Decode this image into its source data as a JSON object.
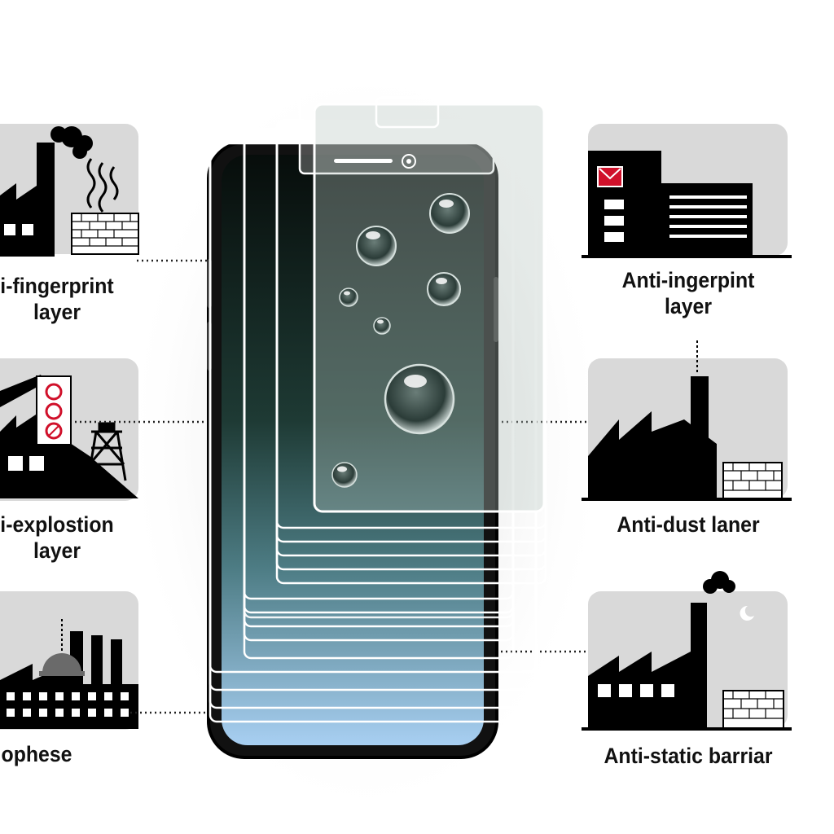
{
  "labels": {
    "left_top": {
      "line1": "i-fingerprint",
      "line2": "layer"
    },
    "left_mid": {
      "line1": "i-explostion",
      "line2": "layer"
    },
    "left_bottom": {
      "line1": "ophese"
    },
    "right_top": {
      "line1": "Anti-ingerpint",
      "line2": "layer"
    },
    "right_mid": {
      "line1": "Anti-dust laner"
    },
    "right_bottom": {
      "line1": "Anti-static barriar"
    }
  },
  "colors": {
    "panel_gray": "#d9d9d9",
    "silhouette": "#000000",
    "screen_top": "#0b1512",
    "screen_bottom": "#a8cff2",
    "accent_red": "#d0102a"
  },
  "icons": [
    "factory-icon",
    "smoke-icon",
    "heat-wave-icon",
    "envelope-icon",
    "warning-sign-icon",
    "oil-derrick-icon",
    "dome-icon",
    "moon-icon",
    "water-droplet-icon",
    "camera-icon"
  ]
}
